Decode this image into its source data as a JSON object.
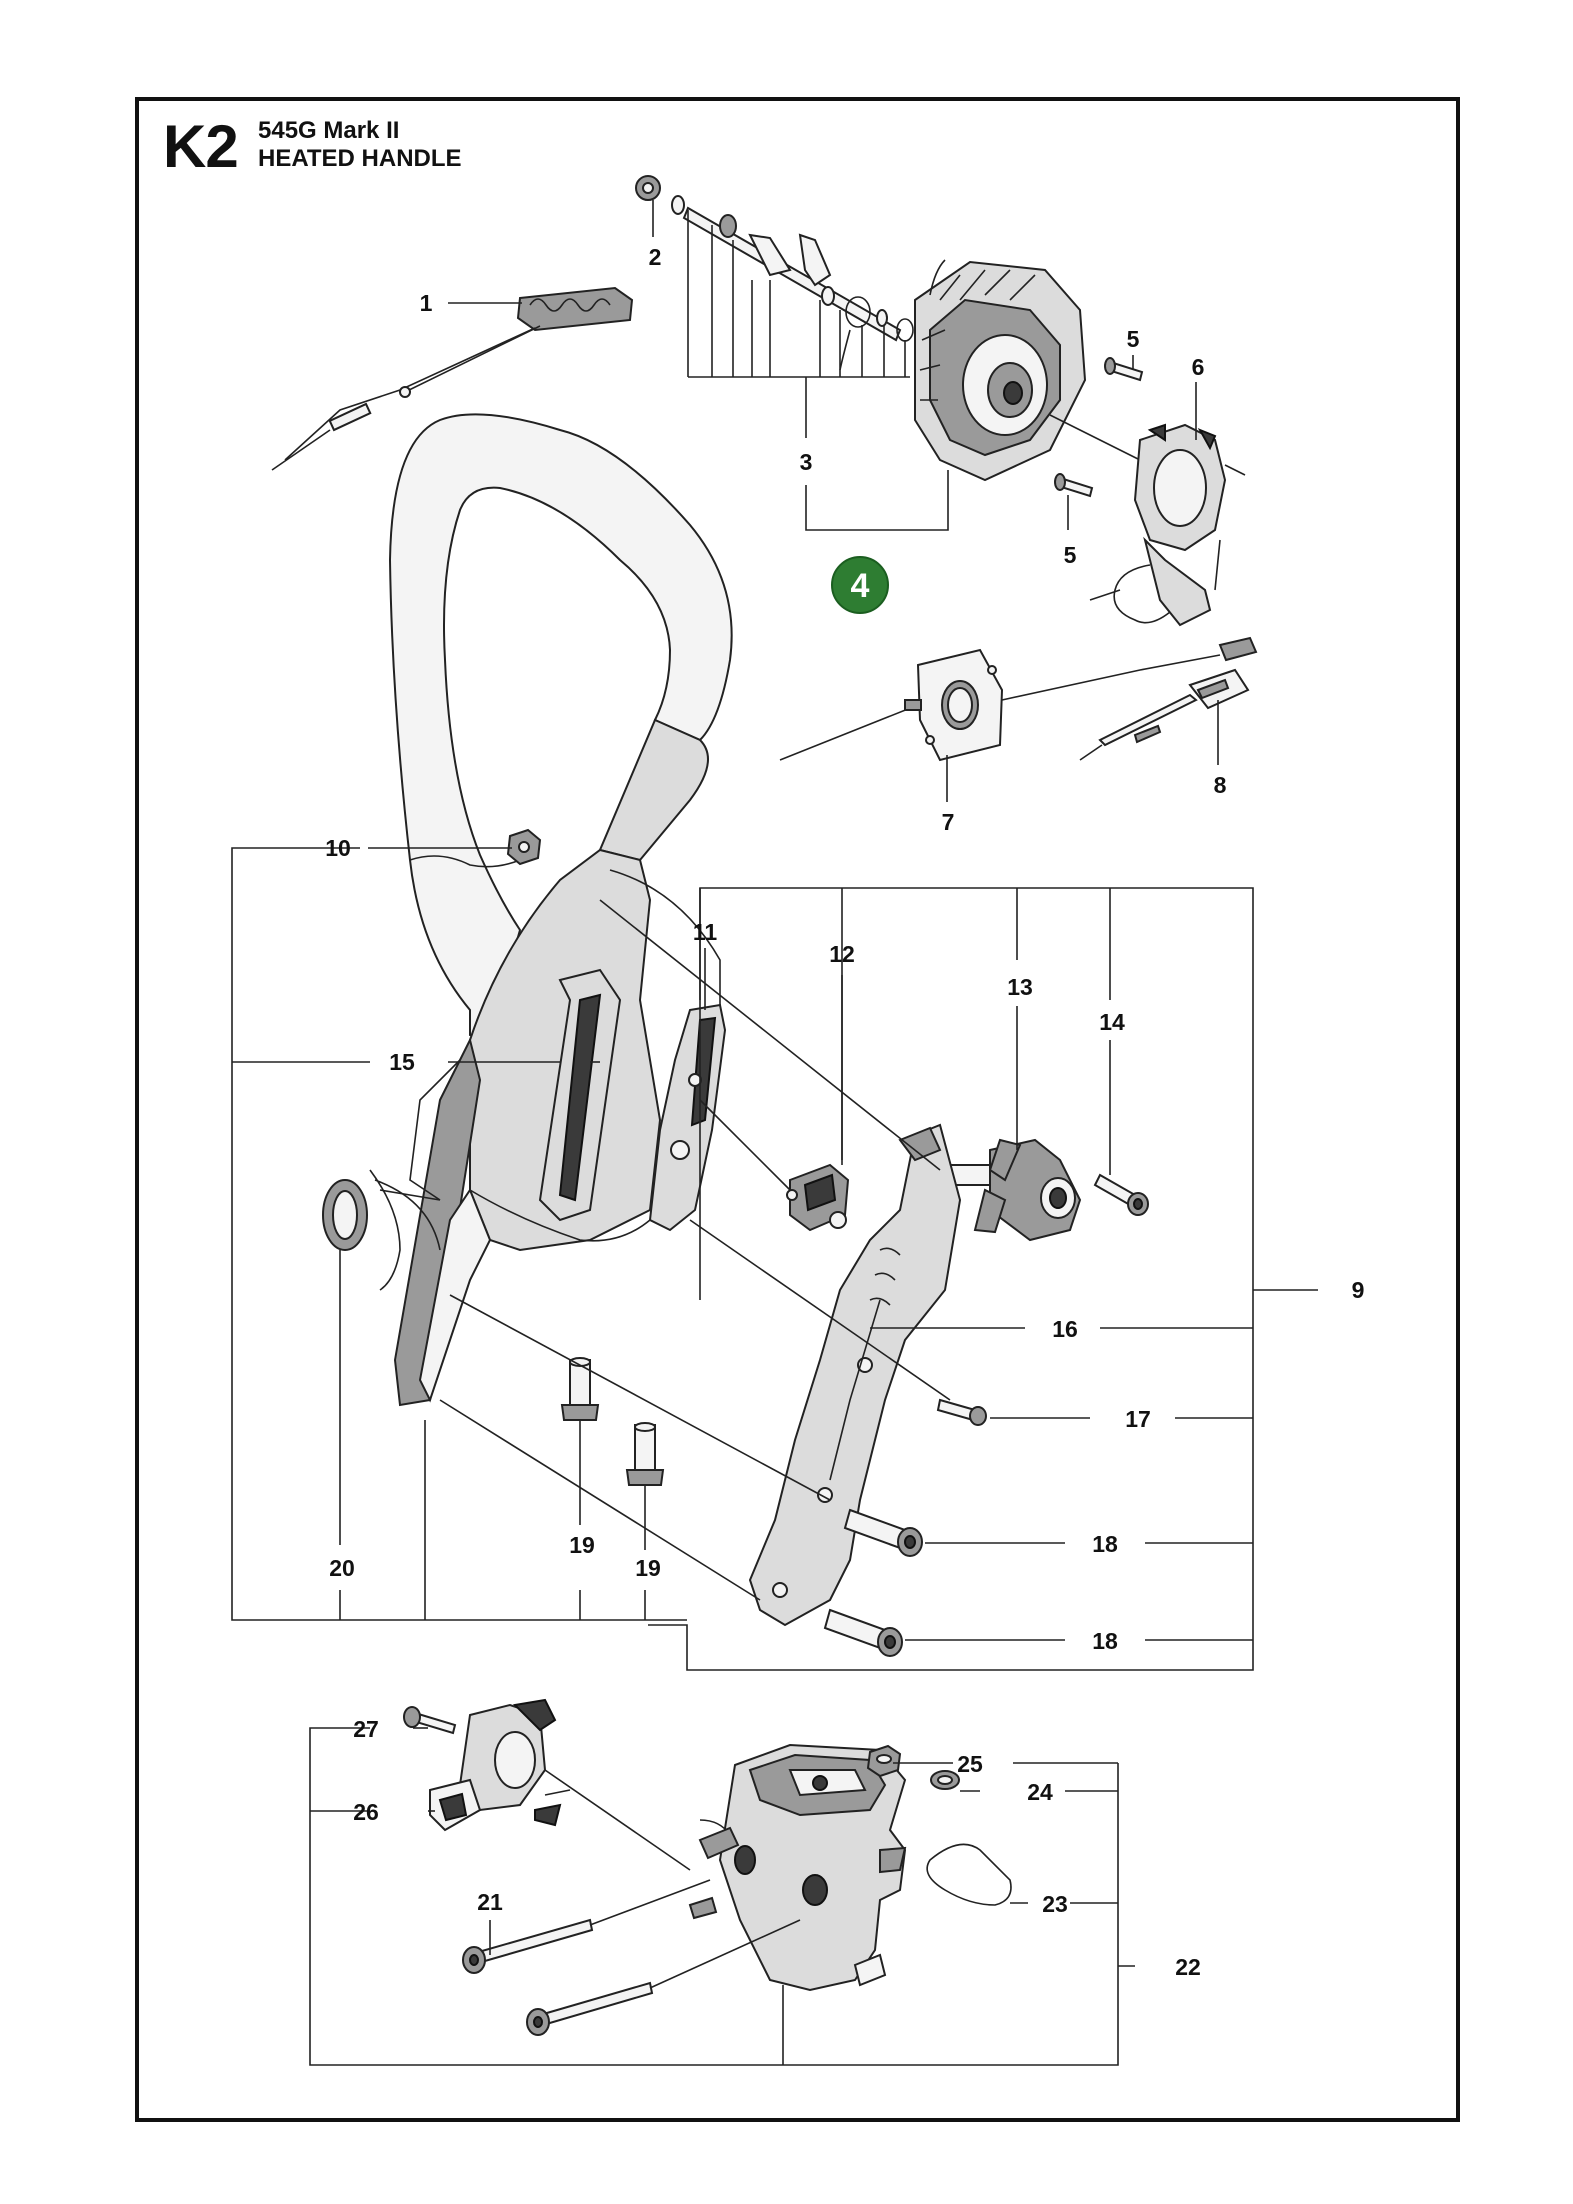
{
  "header": {
    "code": "K2",
    "model": "545G Mark II",
    "title": "HEATED HANDLE"
  },
  "highlight_color": "#2e7d32",
  "callouts": [
    {
      "id": "c1",
      "label": "1"
    },
    {
      "id": "c2",
      "label": "2"
    },
    {
      "id": "c3",
      "label": "3"
    },
    {
      "id": "c4",
      "label": "4",
      "highlighted": true
    },
    {
      "id": "c5a",
      "label": "5"
    },
    {
      "id": "c5b",
      "label": "5"
    },
    {
      "id": "c6",
      "label": "6"
    },
    {
      "id": "c7",
      "label": "7"
    },
    {
      "id": "c8",
      "label": "8"
    },
    {
      "id": "c9",
      "label": "9"
    },
    {
      "id": "c10",
      "label": "10"
    },
    {
      "id": "c11",
      "label": "11"
    },
    {
      "id": "c12",
      "label": "12"
    },
    {
      "id": "c13",
      "label": "13"
    },
    {
      "id": "c14",
      "label": "14"
    },
    {
      "id": "c15",
      "label": "15"
    },
    {
      "id": "c16",
      "label": "16"
    },
    {
      "id": "c17",
      "label": "17"
    },
    {
      "id": "c18a",
      "label": "18"
    },
    {
      "id": "c18b",
      "label": "18"
    },
    {
      "id": "c19a",
      "label": "19"
    },
    {
      "id": "c19b",
      "label": "19"
    },
    {
      "id": "c20",
      "label": "20"
    },
    {
      "id": "c21",
      "label": "21"
    },
    {
      "id": "c22",
      "label": "22"
    },
    {
      "id": "c23",
      "label": "23"
    },
    {
      "id": "c24",
      "label": "24"
    },
    {
      "id": "c25",
      "label": "25"
    },
    {
      "id": "c26",
      "label": "26"
    },
    {
      "id": "c27",
      "label": "27"
    }
  ]
}
